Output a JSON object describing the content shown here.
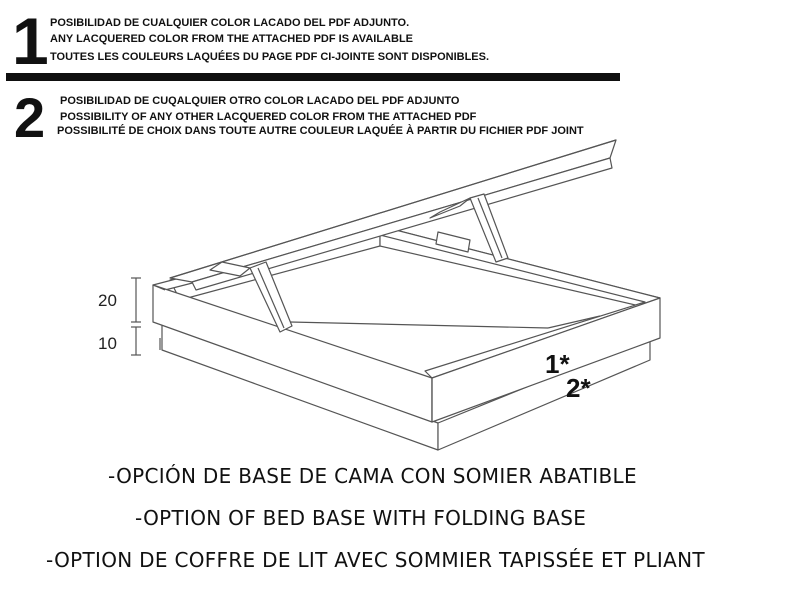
{
  "section1": {
    "number": "1",
    "lines": [
      "POSIBILIDAD DE CUALQUIER COLOR LACADO DEL PDF ADJUNTO.",
      "ANY LACQUERED COLOR FROM THE ATTACHED PDF IS AVAILABLE",
      "TOUTES LES COULEURS LAQUÉES DU PAGE PDF CI-JOINTE SONT DISPONIBLES."
    ]
  },
  "section2": {
    "number": "2",
    "lines": [
      "POSIBILIDAD DE CUQALQUIER OTRO COLOR LACADO DEL PDF ADJUNTO",
      "POSSIBILITY OF ANY OTHER LACQUERED COLOR FROM THE ATTACHED PDF",
      "POSSIBILITÉ DE CHOIX DANS TOUTE AUTRE COULEUR LAQUÉE À PARTIR DU FICHIER PDF JOINT"
    ]
  },
  "diagram": {
    "dimension_top": "20",
    "dimension_bottom": "10",
    "marker_1": "1*",
    "marker_2": "2*"
  },
  "captions": [
    "-OPCIÓN DE BASE DE CAMA CON SOMIER ABATIBLE",
    "-OPTION OF BED BASE WITH FOLDING BASE",
    "-OPTION DE COFFRE DE LIT AVEC SOMMIER TAPISSÉE ET PLIANT"
  ]
}
